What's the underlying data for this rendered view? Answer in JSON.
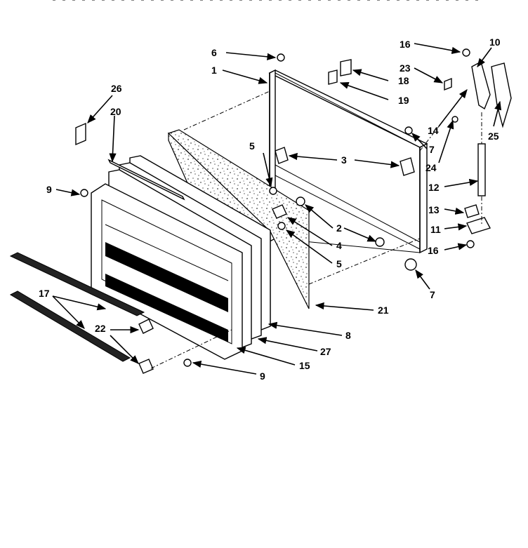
{
  "labels": {
    "l1": "1",
    "l2": "2",
    "l3": "3",
    "l4": "4",
    "l5a": "5",
    "l5b": "5",
    "l6": "6",
    "l7a": "7",
    "l7b": "7",
    "l8": "8",
    "l9a": "9",
    "l9b": "9",
    "l10": "10",
    "l11": "11",
    "l12": "12",
    "l13": "13",
    "l14": "14",
    "l15": "15",
    "l16a": "16",
    "l16b": "16",
    "l17": "17",
    "l18": "18",
    "l19": "19",
    "l20": "20",
    "l21": "21",
    "l22": "22",
    "l23": "23",
    "l24": "24",
    "l25": "25",
    "l26": "26",
    "l27": "27"
  }
}
